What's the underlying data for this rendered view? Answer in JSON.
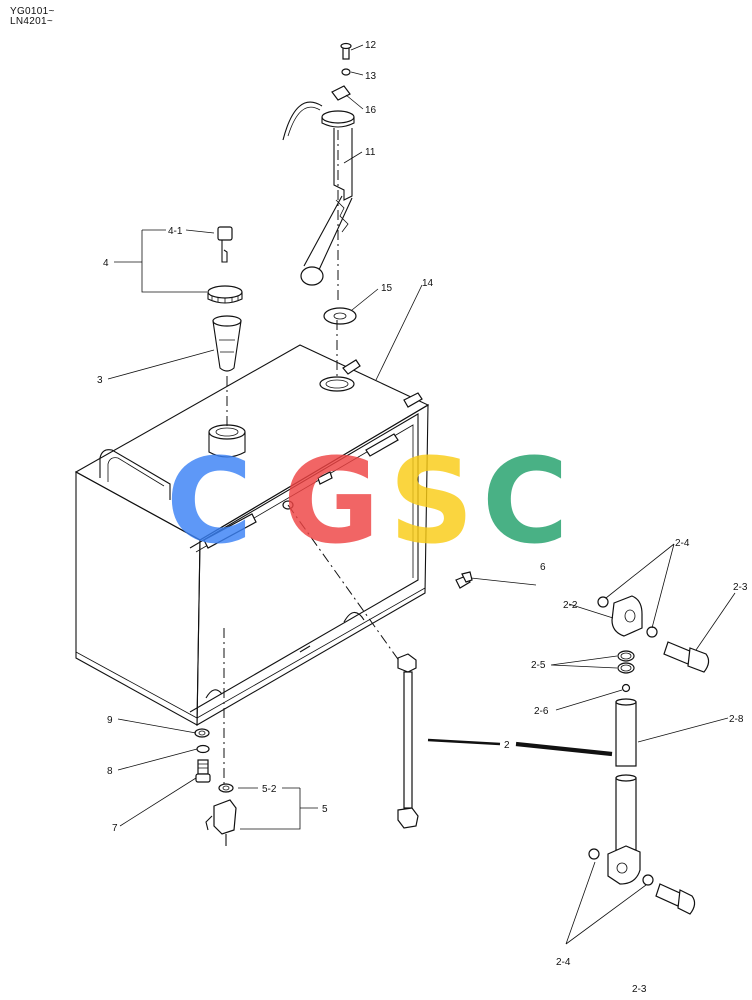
{
  "header": {
    "serial_1": "YG0101~",
    "serial_2": "LN4201~"
  },
  "footer": {
    "page": "2-3"
  },
  "watermark": {
    "letters": [
      "C",
      "G",
      "S",
      "C"
    ],
    "colors": [
      "#3b82f6",
      "#ef4444",
      "#facc15",
      "#22a06b"
    ]
  },
  "callouts": {
    "c12": "12",
    "c13": "13",
    "c16": "16",
    "c11": "11",
    "c4_1": "4-1",
    "c4": "4",
    "c15": "15",
    "c14": "14",
    "c3": "3",
    "c2_4a": "2-4",
    "c2_3": "2-3",
    "c2_2": "2-2",
    "c6": "6",
    "c2_5": "2-5",
    "c2_6": "2-6",
    "c2_8": "2-8",
    "c9": "9",
    "c2": "2",
    "c8": "8",
    "c5_2": "5-2",
    "c5": "5",
    "c7": "7",
    "c2_4b": "2-4"
  }
}
